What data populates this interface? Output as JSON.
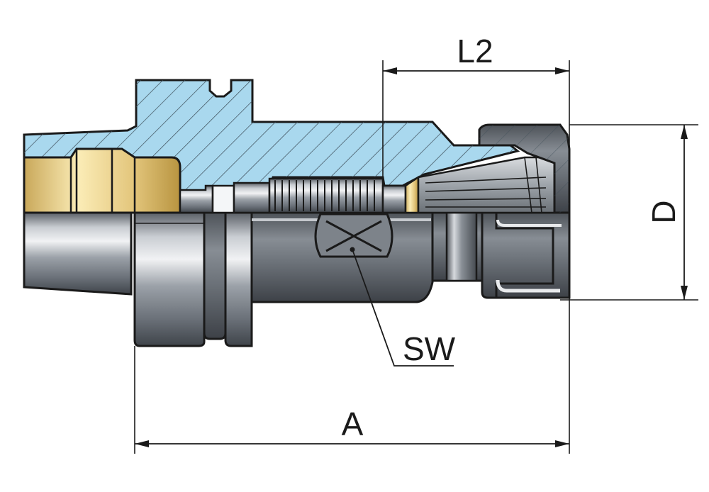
{
  "labels": {
    "dim_l2": "L2",
    "dim_d": "D",
    "dim_sw": "SW",
    "dim_a": "A"
  },
  "colors": {
    "section_blue": "#a9d8ee",
    "brass": "#e8cf86",
    "steel_light": "#cfd3d8",
    "steel_mid": "#8f959d",
    "steel_dark": "#4c5158",
    "outline": "#1a1a1a"
  }
}
